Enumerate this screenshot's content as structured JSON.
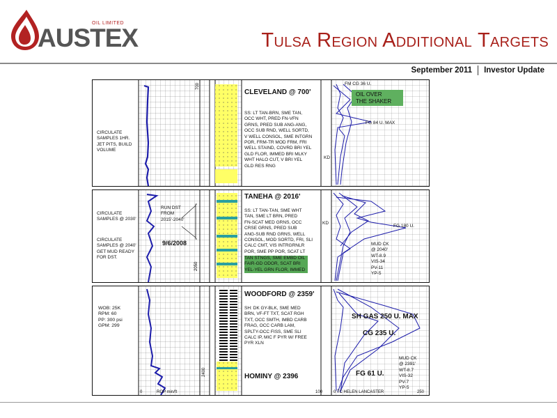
{
  "header": {
    "logo_small": "OIL LIMITED",
    "logo_main": "AUSTEX",
    "title": "Tulsa Region Additional Targets",
    "date": "September 2011",
    "doc_type": "Investor Update"
  },
  "colors": {
    "title": "#a8201a",
    "logo_red": "#b22222",
    "sand": "#ffff66",
    "green_box": "#5fb05f",
    "curve_blue": "#1c1caa"
  },
  "panel1": {
    "depth_label": "700",
    "formation": "CLEVELAND @ 700'",
    "note": "CIRCULATE\nSAMPLES 1HR.\nJET PITS, BUILD\nVOLUME",
    "desc": "SS: LT TAN-BRN, SME TAN,\nOCC WHT, PRED FN-VFN\nGRNS, PRED SUB ANG-ANG,\nOCC SUB RND, WELL SORTD,\nV WELL CONSOL, SME INTGRN\nPOR, FRM-TR MOD FRM, FRI\nWELL STAIND, COVRD BRI YEL\nGLD FLOR, IMMED BRI MLKY\nWHT HALO CUT, V BRI YEL\nGLD RES RNG",
    "green_label": "OIL OVER\nTHE SHAKER",
    "gas_top": "FM CG 36 U.",
    "gas_max": "FG 84 U. MAX",
    "kd": "KD"
  },
  "panel2": {
    "depth_label": "2050",
    "formation": "TANEHA @ 2016'",
    "note1": "CIRCULATE\nSAMPLES @ 2030'",
    "note2": "CIRCULATE\nSAMPLES @ 2040'\nGET MUD READY\nFOR DST.",
    "dst": "RUN DST\nFROM\n2015'-2040'",
    "dst_date": "9/6/2008",
    "desc": "SS: LT TAN-TAN, SME WHT\nTAN, SME LT BRN, PRED\nFN-SCAT MED GRNS, OCC\nCRSE GRNS, PRED SUB\nANG-SUB RND GRNS, WELL\nCONSOL, MOD SORTD, FRI, SLI\nCALC CMT, VIS INTRGRNLR\nPOR, SME PP POR, SCAT LT",
    "desc_hl": "TAN STNGS, SME EMBD OIL\nFAIR-GD ODOR, SCAT BRI\nYEL-YEL GRN FLOR, IMMED",
    "gas": "FG 180 U.",
    "mud": "MUD CK\n@ 2040'\nWT-8.9\nVIS-34\nPV-11\nYP-5",
    "kd": "KD"
  },
  "panel3": {
    "depth_label": "2400",
    "formation": "WOODFORD @ 2359'",
    "formation2": "HOMINY @ 2396",
    "params": "WOB: 25K\nRPM: 60\nPP: 300 psi\nGPM: 299",
    "desc": "SH: DK GY-BLK, SME MED\nBRN, VF-FT TXT, SCAT RGH\nTXT, OCC SMTH, IMBD CARB\nFRAG, OCC CARB LAM,\nSPLTY-OCC FISS, SME SLI\nCALC IP, MIC F PYR W/ FREE\nPYR XLN",
    "gas_max": "SH GAS 250 U. MAX",
    "gas2": "CG 235 U.",
    "gas3": "FG 61 U.",
    "mud": "MUD CK\n@ 2391'\nWT-8.7\nVIS-32\nPV-7\nYP-5",
    "axis_left": "0",
    "axis_rop": "ROP min/ft",
    "axis_depth": "2400",
    "axis_100": "100",
    "axis_tc": "0 TC HELEN LANCASTER",
    "axis_right": "250"
  }
}
